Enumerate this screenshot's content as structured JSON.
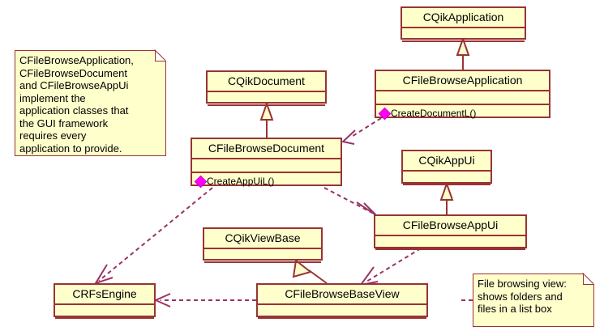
{
  "diagram": {
    "title": "UML class diagram",
    "colors": {
      "class_fill": "#ffffcc",
      "class_border": "#993333",
      "connector": "#993333",
      "dependency": "#993366",
      "visibility_marker": "#ff00ff",
      "background": "#ffffff"
    },
    "classes": [
      {
        "id": "cqikapplication",
        "name": "CQikApplication",
        "attributes": [],
        "operations": []
      },
      {
        "id": "cfilebrowseapplication",
        "name": "CFileBrowseApplication",
        "attributes": [],
        "operations": [
          {
            "marker": "diamond-icon",
            "label": "CreateDocumentL()"
          }
        ]
      },
      {
        "id": "cqikdocument",
        "name": "CQikDocument",
        "attributes": [],
        "operations": []
      },
      {
        "id": "cfilebrowsedocument",
        "name": "CFileBrowseDocument",
        "attributes": [],
        "operations": [
          {
            "marker": "diamond-icon",
            "label": "CreateAppUiL()"
          }
        ]
      },
      {
        "id": "cqikappui",
        "name": "CQikAppUi",
        "attributes": [],
        "operations": []
      },
      {
        "id": "cfilebrowseappui",
        "name": "CFileBrowseAppUi",
        "attributes": [],
        "operations": []
      },
      {
        "id": "cqikviewbase",
        "name": "CQikViewBase",
        "attributes": [],
        "operations": []
      },
      {
        "id": "crfsengine",
        "name": "CRFsEngine",
        "attributes": [],
        "operations": []
      },
      {
        "id": "cfilebrowsebaseview",
        "name": "CFileBrowseBaseView",
        "attributes": [],
        "operations": []
      }
    ],
    "notes": [
      {
        "id": "note-application-classes",
        "text": "CFileBrowseApplication,\nCFileBrowseDocument\nand CFileBrowseAppUi\nimplement the\napplication classes that\nthe GUI framework\nrequires every\napplication to provide."
      },
      {
        "id": "note-file-browsing-view",
        "text": "File browsing view:\nshows folders and\nfiles in a list box"
      }
    ],
    "relationships": [
      {
        "type": "generalization",
        "from": "cfilebrowseapplication",
        "to": "cqikapplication"
      },
      {
        "type": "generalization",
        "from": "cfilebrowsedocument",
        "to": "cqikdocument"
      },
      {
        "type": "generalization",
        "from": "cfilebrowseappui",
        "to": "cqikappui"
      },
      {
        "type": "generalization",
        "from": "cfilebrowsebaseview",
        "to": "cqikviewbase"
      },
      {
        "type": "dependency",
        "from": "cfilebrowseapplication",
        "to": "cfilebrowsedocument"
      },
      {
        "type": "dependency",
        "from": "cfilebrowsedocument",
        "to": "cfilebrowseappui"
      },
      {
        "type": "dependency",
        "from": "cfilebrowsedocument",
        "to": "crfsengine"
      },
      {
        "type": "dependency",
        "from": "cfilebrowseappui",
        "to": "cfilebrowsebaseview"
      },
      {
        "type": "dependency",
        "from": "cfilebrowsebaseview",
        "to": "crfsengine"
      }
    ]
  }
}
